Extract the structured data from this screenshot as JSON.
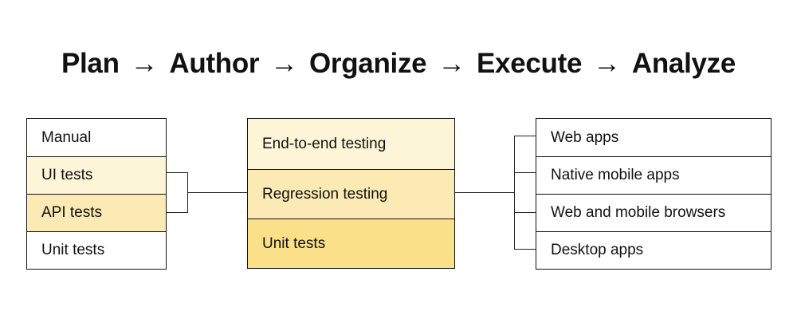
{
  "title": {
    "steps": [
      "Plan",
      "Author",
      "Organize",
      "Execute",
      "Analyze"
    ],
    "arrow": "→"
  },
  "left_list": {
    "items": [
      {
        "label": "Manual",
        "color": "#ffffff"
      },
      {
        "label": "UI tests",
        "color": "#fdf5d8"
      },
      {
        "label": "API tests",
        "color": "#fbeab3"
      },
      {
        "label": "Unit tests",
        "color": "#ffffff"
      }
    ]
  },
  "center_stack": {
    "items": [
      {
        "label": "End-to-end testing",
        "color": "#fdf5d8"
      },
      {
        "label": "Regression testing",
        "color": "#fbeab3"
      },
      {
        "label": "Unit tests",
        "color": "#fbe08a"
      }
    ]
  },
  "right_list": {
    "items": [
      {
        "label": "Web apps"
      },
      {
        "label": "Native mobile apps"
      },
      {
        "label": "Web and mobile browsers"
      },
      {
        "label": "Desktop apps"
      }
    ]
  },
  "colors": {
    "border": "#111111",
    "pale_yellow": "#fdf5d8",
    "light_yellow": "#fbeab3",
    "yellow": "#fbe08a"
  }
}
